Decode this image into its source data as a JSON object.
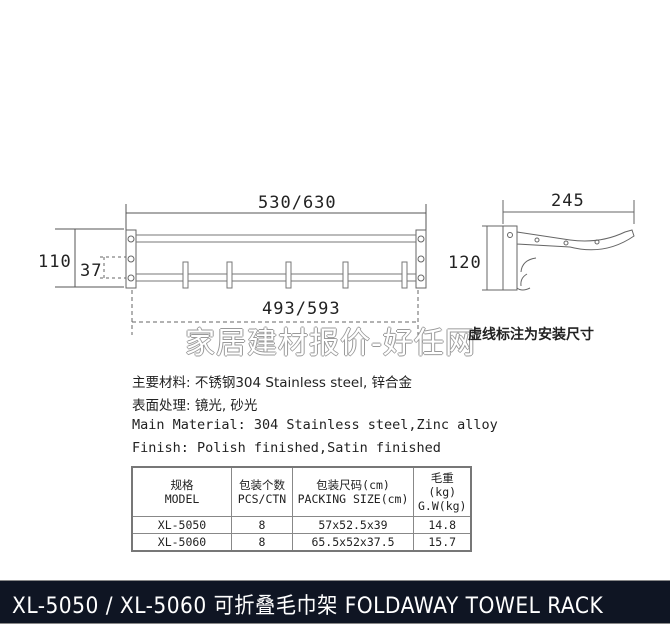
{
  "front_view": {
    "dimensions": {
      "total_length": "530/630",
      "mounting_length": "493/593",
      "height": "110",
      "bar_spacing": "37"
    },
    "hook_count": 5
  },
  "side_view": {
    "dimensions": {
      "depth": "245",
      "height": "120"
    }
  },
  "watermark": "家居建材报价-好任网",
  "install_note": "虚线标注为安装尺寸",
  "specs": {
    "material_cn": "主要材料: 不锈钢304 Stainless steel, 锌合金",
    "finish_cn": "表面处理: 镜光, 砂光",
    "material_en": "Main Material: 304 Stainless steel,Zinc alloy",
    "finish_en": "Finish: Polish finished,Satin finished"
  },
  "packing_table": {
    "headers": [
      {
        "cn": "规格",
        "en": "MODEL"
      },
      {
        "cn": "包装个数",
        "en": "PCS/CTN"
      },
      {
        "cn": "包装尺码(cm)",
        "en": "PACKING SIZE(cm)"
      },
      {
        "cn": "毛重(kg)",
        "en": "G.W(kg)"
      }
    ],
    "rows": [
      {
        "model": "XL-5050",
        "pcs": "8",
        "size": "57x52.5x39",
        "gw": "14.8"
      },
      {
        "model": "XL-5060",
        "pcs": "8",
        "size": "65.5x52x37.5",
        "gw": "15.7"
      }
    ]
  },
  "footer": {
    "title": "XL-5050 / XL-5060  可折叠毛巾架 FOLDAWAY TOWEL RACK",
    "background": "#0f1523"
  }
}
